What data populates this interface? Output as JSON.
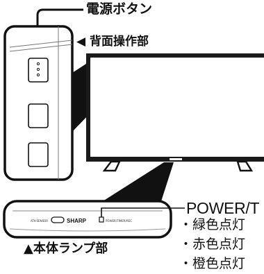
{
  "labels": {
    "power_button": "電源ボタン",
    "rear_panel": "◀ 背面操作部",
    "front_lamp": "▲本体ランプ部",
    "power_indicator": "POWER/T"
  },
  "indicator_states": [
    "・緑色点灯",
    "・赤色点灯",
    "・橙色点灯"
  ],
  "bar_text": {
    "left_print": "ATK-SENSOR",
    "brand": "SHARP",
    "right_print": "POWER/TIMER/REC"
  },
  "colors": {
    "stroke": "#111111",
    "panel_fill": "#ffffff",
    "tv_bezel": "#1a1a1a",
    "tv_screen": "#ffffff"
  }
}
